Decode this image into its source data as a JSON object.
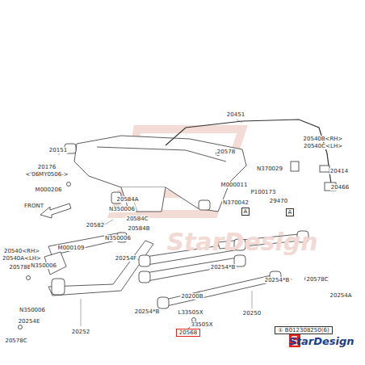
{
  "diagram": {
    "nodes": [
      {
        "text": [
          "20568"
        ]
      },
      {
        "text": [
          "A"
        ]
      },
      {
        "text": [
          "A"
        ]
      },
      {
        "text": [
          "① B012308250(6)"
        ]
      }
    ],
    "labels": [
      "20151",
      "20176",
      "<'06MY0506->",
      "M000206",
      "20451",
      "20540B<RH>",
      "20540C<LH>",
      "20578",
      "N370029",
      "20414",
      "20466",
      "M000011",
      "P100173",
      "N370042",
      "29470",
      "20584A",
      "N350006",
      "20582",
      "20584C",
      "20584B",
      "N350006",
      "FRONT",
      "20540<RH>",
      "20540A<LH>",
      "M000109",
      "20578B",
      "20254F",
      "N350006",
      "20254*B",
      "20254*B",
      "L33505X",
      "20578C",
      "20254A",
      "20200B",
      "20254*B",
      "20250",
      "33505X",
      "20254E",
      "N350006",
      "20252",
      "20578C",
      "StarDesign",
      "StarDesign"
    ]
  }
}
